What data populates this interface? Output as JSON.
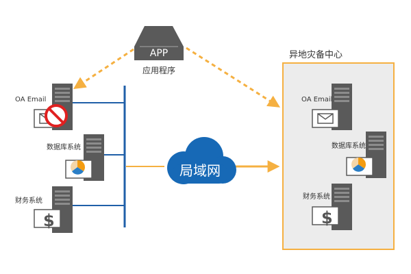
{
  "app": {
    "badge": "APP",
    "label": "应用程序"
  },
  "dr_center": {
    "title": "异地灾备中心"
  },
  "network": {
    "label": "局域网"
  },
  "servers": {
    "left": [
      {
        "label": "OA Email",
        "status": "disabled"
      },
      {
        "label": "数据库系统",
        "status": "ok"
      },
      {
        "label": "财务系统",
        "status": "ok"
      }
    ],
    "right": [
      {
        "label": "OA Email"
      },
      {
        "label": "数据库系统"
      },
      {
        "label": "财务系统"
      }
    ]
  },
  "colors": {
    "server": "#5a5a5a",
    "lan_bus": "#1f5fa8",
    "link": "#f5b041",
    "dr_border": "#f5b041",
    "dr_fill": "#ececec",
    "cloud": "#1769b6",
    "prohibit": "#e02020",
    "dollar": "#555555",
    "chart_orange": "#f39c12",
    "chart_blue": "#2a7ec6"
  }
}
